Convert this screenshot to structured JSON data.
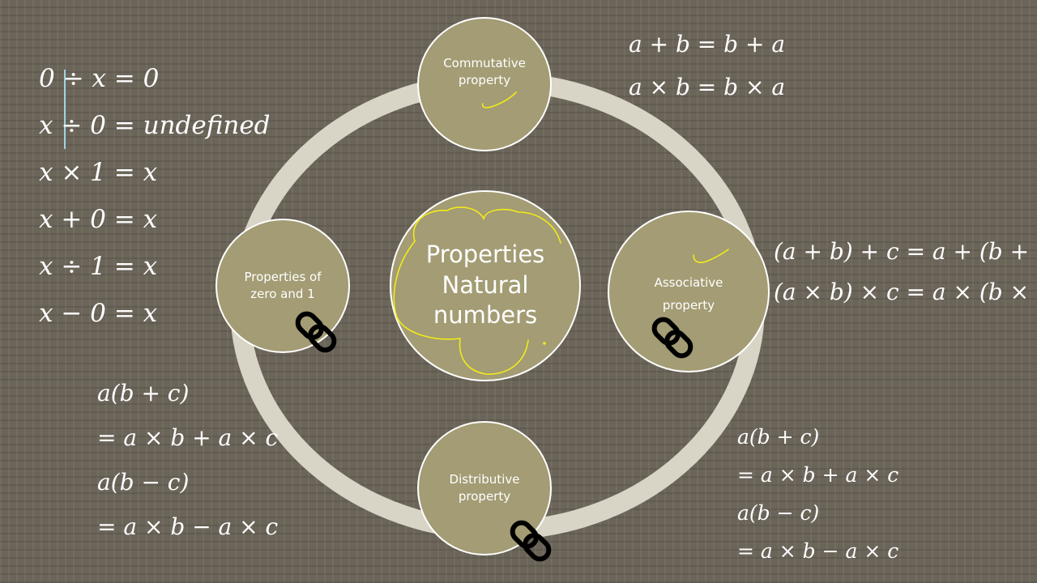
{
  "center": {
    "line1": "Properties",
    "line2": "Natural",
    "line3": "numbers"
  },
  "nodes": {
    "commutative": {
      "line1": "Commutative",
      "line2": "property"
    },
    "associative": {
      "line1": "Associative",
      "line2": "property"
    },
    "distributive": {
      "line1": "Distributive",
      "line2": "property"
    },
    "zero_one": {
      "line1": "Properties of",
      "line2": "zero and 1"
    }
  },
  "equations": {
    "zero_one": [
      "0 ÷ x = 0",
      "x ÷ 0 = undefined",
      "x × 1 = x",
      "x + 0 = x",
      "x ÷ 1 = x",
      "x − 0 = x"
    ],
    "commutative": [
      "a + b = b + a",
      "a × b = b × a"
    ],
    "associative": [
      "(a + b) + c = a + (b + c)",
      "(a × b) × c = a × (b × c)"
    ],
    "distributive_left": [
      "a(b + c)",
      "= a × b + a × c",
      "a(b − c)",
      "= a × b − a × c"
    ],
    "distributive_right": [
      "a(b + c)",
      "= a × b + a × c",
      "a(b − c)",
      "= a × b − a × c"
    ]
  },
  "colors": {
    "background": "#6b6459",
    "ring": "#d8d4c6",
    "node_fill": "#a39c74",
    "node_stroke": "#ffffff",
    "text": "#ffffff",
    "highlighter": "#f2ea1a",
    "link_icon": "#000000"
  },
  "icons": [
    "chain-link-icon"
  ]
}
